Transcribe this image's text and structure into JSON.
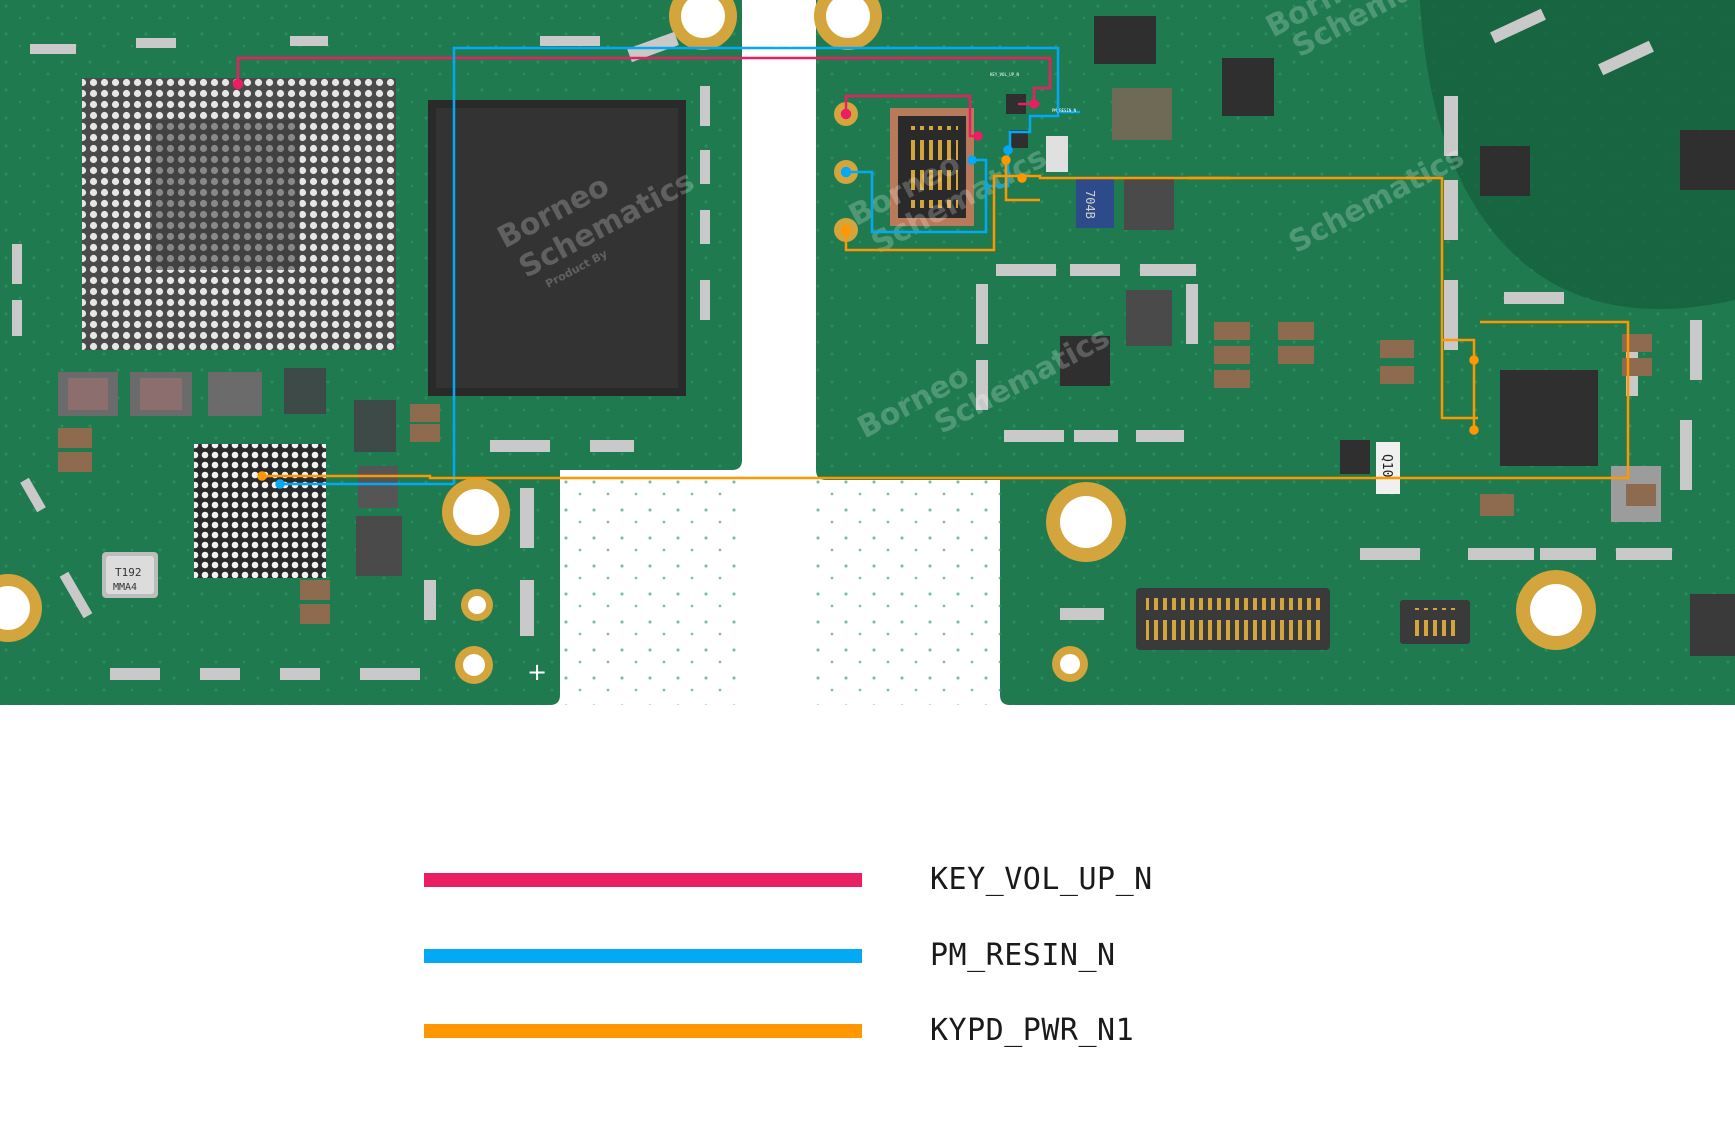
{
  "diagram": {
    "board_left": {
      "crystal_marking": [
        "T192",
        "MMA4"
      ]
    },
    "board_right": {
      "component_markings": [
        "704B",
        "Q10"
      ],
      "tiny_labels": [
        "KEY_VOL_UP_N",
        "PM_RESIN_N"
      ]
    },
    "watermark": {
      "brand": [
        "Borneo",
        "Schematics"
      ],
      "tagline": "Product By"
    },
    "colors": {
      "pcb": "#1f7a50",
      "pcb_dark": "#165c3b",
      "pad_gold": "#d4a53c",
      "silk": "#e8e8e8"
    }
  },
  "legend": {
    "items": [
      {
        "net": "KEY_VOL_UP_N",
        "color": "#e91e63"
      },
      {
        "net": "PM_RESIN_N",
        "color": "#03a9f4"
      },
      {
        "net": "KYPD_PWR_N1",
        "color": "#ff9800"
      }
    ]
  }
}
